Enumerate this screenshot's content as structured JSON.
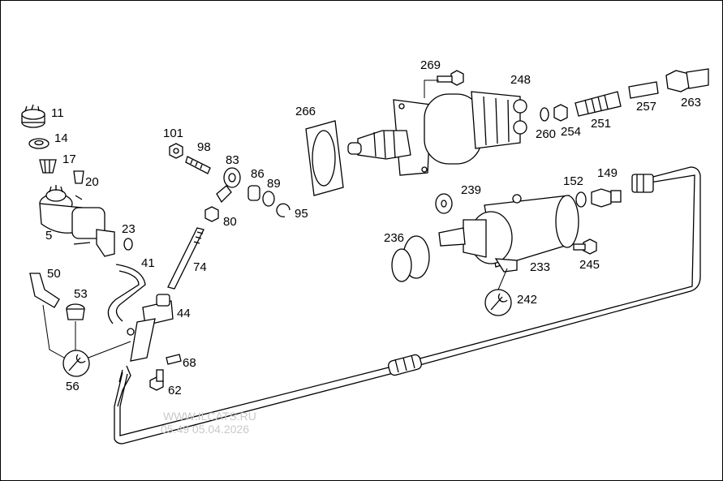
{
  "callouts": {
    "p11": "11",
    "p14": "14",
    "p17": "17",
    "p20": "20",
    "p5": "5",
    "p23": "23",
    "p41": "41",
    "p50": "50",
    "p53": "53",
    "p56": "56",
    "p101": "101",
    "p98": "98",
    "p83": "83",
    "p86": "86",
    "p89": "89",
    "p95": "95",
    "p80": "80",
    "p74": "74",
    "p44": "44",
    "p68": "68",
    "p62": "62",
    "p266": "266",
    "p269": "269",
    "p248": "248",
    "p260": "260",
    "p254": "254",
    "p251": "251",
    "p257": "257",
    "p263": "263",
    "p239": "239",
    "p236": "236",
    "p233": "233",
    "p242": "242",
    "p152": "152",
    "p149": "149",
    "p245": "245"
  },
  "watermark": {
    "line1": "WWW.ILCATS.RU",
    "line2": "05.49 05.04.2026"
  },
  "icons": {
    "wrench_56": "wrench-icon",
    "wrench_242": "wrench-icon"
  }
}
